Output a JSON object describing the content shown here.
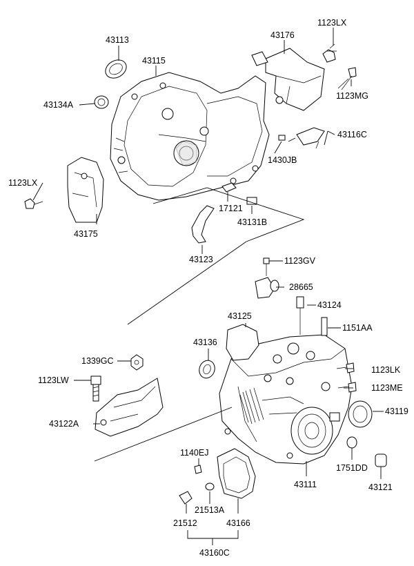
{
  "diagram": {
    "labels": [
      {
        "id": "43113",
        "text": "43113"
      },
      {
        "id": "43115",
        "text": "43115"
      },
      {
        "id": "43134A",
        "text": "43134A"
      },
      {
        "id": "43176",
        "text": "43176"
      },
      {
        "id": "1123LX_top",
        "text": "1123LX"
      },
      {
        "id": "1123MG",
        "text": "1123MG"
      },
      {
        "id": "43116C",
        "text": "43116C"
      },
      {
        "id": "1430JB",
        "text": "1430JB"
      },
      {
        "id": "1123LX_left",
        "text": "1123LX"
      },
      {
        "id": "43175",
        "text": "43175"
      },
      {
        "id": "17121",
        "text": "17121"
      },
      {
        "id": "43131B",
        "text": "43131B"
      },
      {
        "id": "43123",
        "text": "43123"
      },
      {
        "id": "1123GV",
        "text": "1123GV"
      },
      {
        "id": "28665",
        "text": "28665"
      },
      {
        "id": "43124",
        "text": "43124"
      },
      {
        "id": "43125",
        "text": "43125"
      },
      {
        "id": "1151AA",
        "text": "1151AA"
      },
      {
        "id": "43136",
        "text": "43136"
      },
      {
        "id": "1339GC",
        "text": "1339GC"
      },
      {
        "id": "1123LK",
        "text": "1123LK"
      },
      {
        "id": "1123LW",
        "text": "1123LW"
      },
      {
        "id": "1123ME",
        "text": "1123ME"
      },
      {
        "id": "43119",
        "text": "43119"
      },
      {
        "id": "43122A",
        "text": "43122A"
      },
      {
        "id": "1140EJ",
        "text": "1140EJ"
      },
      {
        "id": "1751DD",
        "text": "1751DD"
      },
      {
        "id": "43111",
        "text": "43111"
      },
      {
        "id": "43121",
        "text": "43121"
      },
      {
        "id": "21513A",
        "text": "21513A"
      },
      {
        "id": "21512",
        "text": "21512"
      },
      {
        "id": "43166",
        "text": "43166"
      },
      {
        "id": "43160C",
        "text": "43160C"
      }
    ]
  }
}
